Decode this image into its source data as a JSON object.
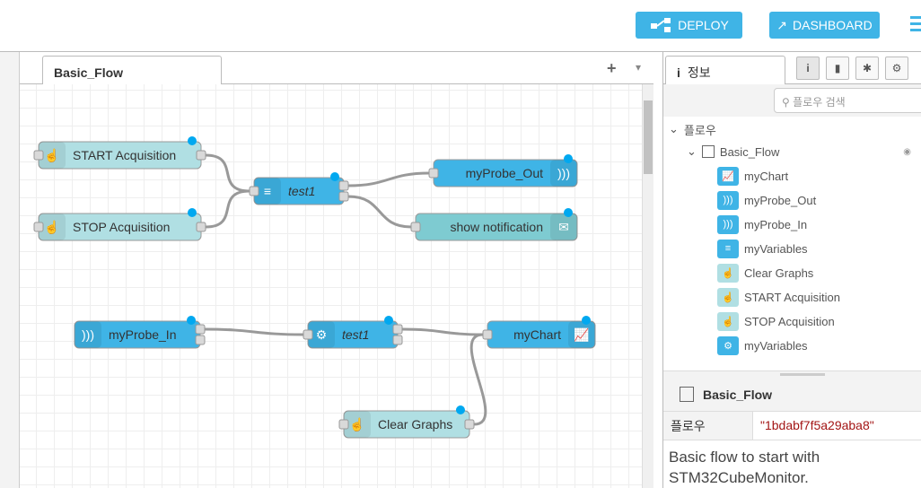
{
  "header": {
    "deploy_label": "DEPLOY",
    "dashboard_label": "DASHBOARD"
  },
  "workspace": {
    "tab_label": "Basic_Flow",
    "add_tab": "+",
    "tab_menu": "▾"
  },
  "colors": {
    "accent": "#3fb4e6",
    "inject": "#b0dfe3",
    "blue_node": "#3fb4e6",
    "notification": "#7ecbd1",
    "wire": "#999999",
    "status_dot": "#00a8f0"
  },
  "nodes": [
    {
      "label": "START Acquisition",
      "type": "inject",
      "icon": "hand-icon"
    },
    {
      "label": "STOP Acquisition",
      "type": "inject",
      "icon": "hand-icon"
    },
    {
      "label": "test1",
      "type": "variables",
      "icon": "list-icon"
    },
    {
      "label": "myProbe_Out",
      "type": "probe-out",
      "icon": "signal-icon"
    },
    {
      "label": "show notification",
      "type": "notification",
      "icon": "envelope-icon"
    },
    {
      "label": "myProbe_In",
      "type": "probe-in",
      "icon": "signal-icon"
    },
    {
      "label": "test1",
      "type": "processing",
      "icon": "gear-icon"
    },
    {
      "label": "myChart",
      "type": "chart",
      "icon": "chart-icon"
    },
    {
      "label": "Clear Graphs",
      "type": "inject",
      "icon": "hand-icon"
    }
  ],
  "sidebar": {
    "tab_label": "정보",
    "search_placeholder": "플로우 검색",
    "tree_root": "플로우",
    "flow": "Basic_Flow",
    "items": [
      {
        "label": "myChart",
        "icon": "chart-icon",
        "color": "#3fb4e6"
      },
      {
        "label": "myProbe_Out",
        "icon": "signal-icon",
        "color": "#3fb4e6"
      },
      {
        "label": "myProbe_In",
        "icon": "signal-icon",
        "color": "#3fb4e6"
      },
      {
        "label": "myVariables",
        "icon": "list-icon",
        "color": "#3fb4e6"
      },
      {
        "label": "Clear Graphs",
        "icon": "hand-icon",
        "color": "#b0dfe3"
      },
      {
        "label": "START Acquisition",
        "icon": "hand-icon",
        "color": "#b0dfe3"
      },
      {
        "label": "STOP Acquisition",
        "icon": "hand-icon",
        "color": "#b0dfe3"
      },
      {
        "label": "myVariables",
        "icon": "gear-icon",
        "color": "#3fb4e6"
      }
    ],
    "info_title": "Basic_Flow",
    "info_key": "플로우",
    "info_value": "\"1bdabf7f5a29aba8\"",
    "description": "Basic flow to start with STM32CubeMonitor."
  }
}
